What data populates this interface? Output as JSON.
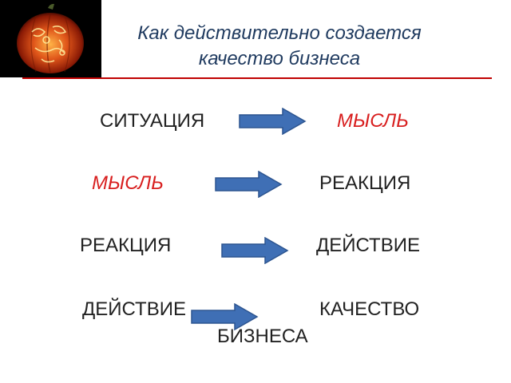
{
  "header": {
    "title_line1": "Как действительно создается",
    "title_line2": "качество бизнеса",
    "logo": "pumpkin-image"
  },
  "colors": {
    "title": "#1f3a5f",
    "rule": "#c00000",
    "text": "#222222",
    "highlight": "#d81e1e",
    "arrow": "#3f6fb5"
  },
  "flow": {
    "row1": {
      "from": "СИТУАЦИЯ",
      "to": "МЫСЛЬ"
    },
    "row2": {
      "from": "МЫСЛЬ",
      "to": "РЕАКЦИЯ"
    },
    "row3": {
      "from": "РЕАКЦИЯ",
      "to": "ДЕЙСТВИЕ"
    },
    "row4": {
      "from": "ДЕЙСТВИЕ",
      "to_line1": "КАЧЕСТВО",
      "to_line2": "БИЗНЕСА"
    }
  }
}
